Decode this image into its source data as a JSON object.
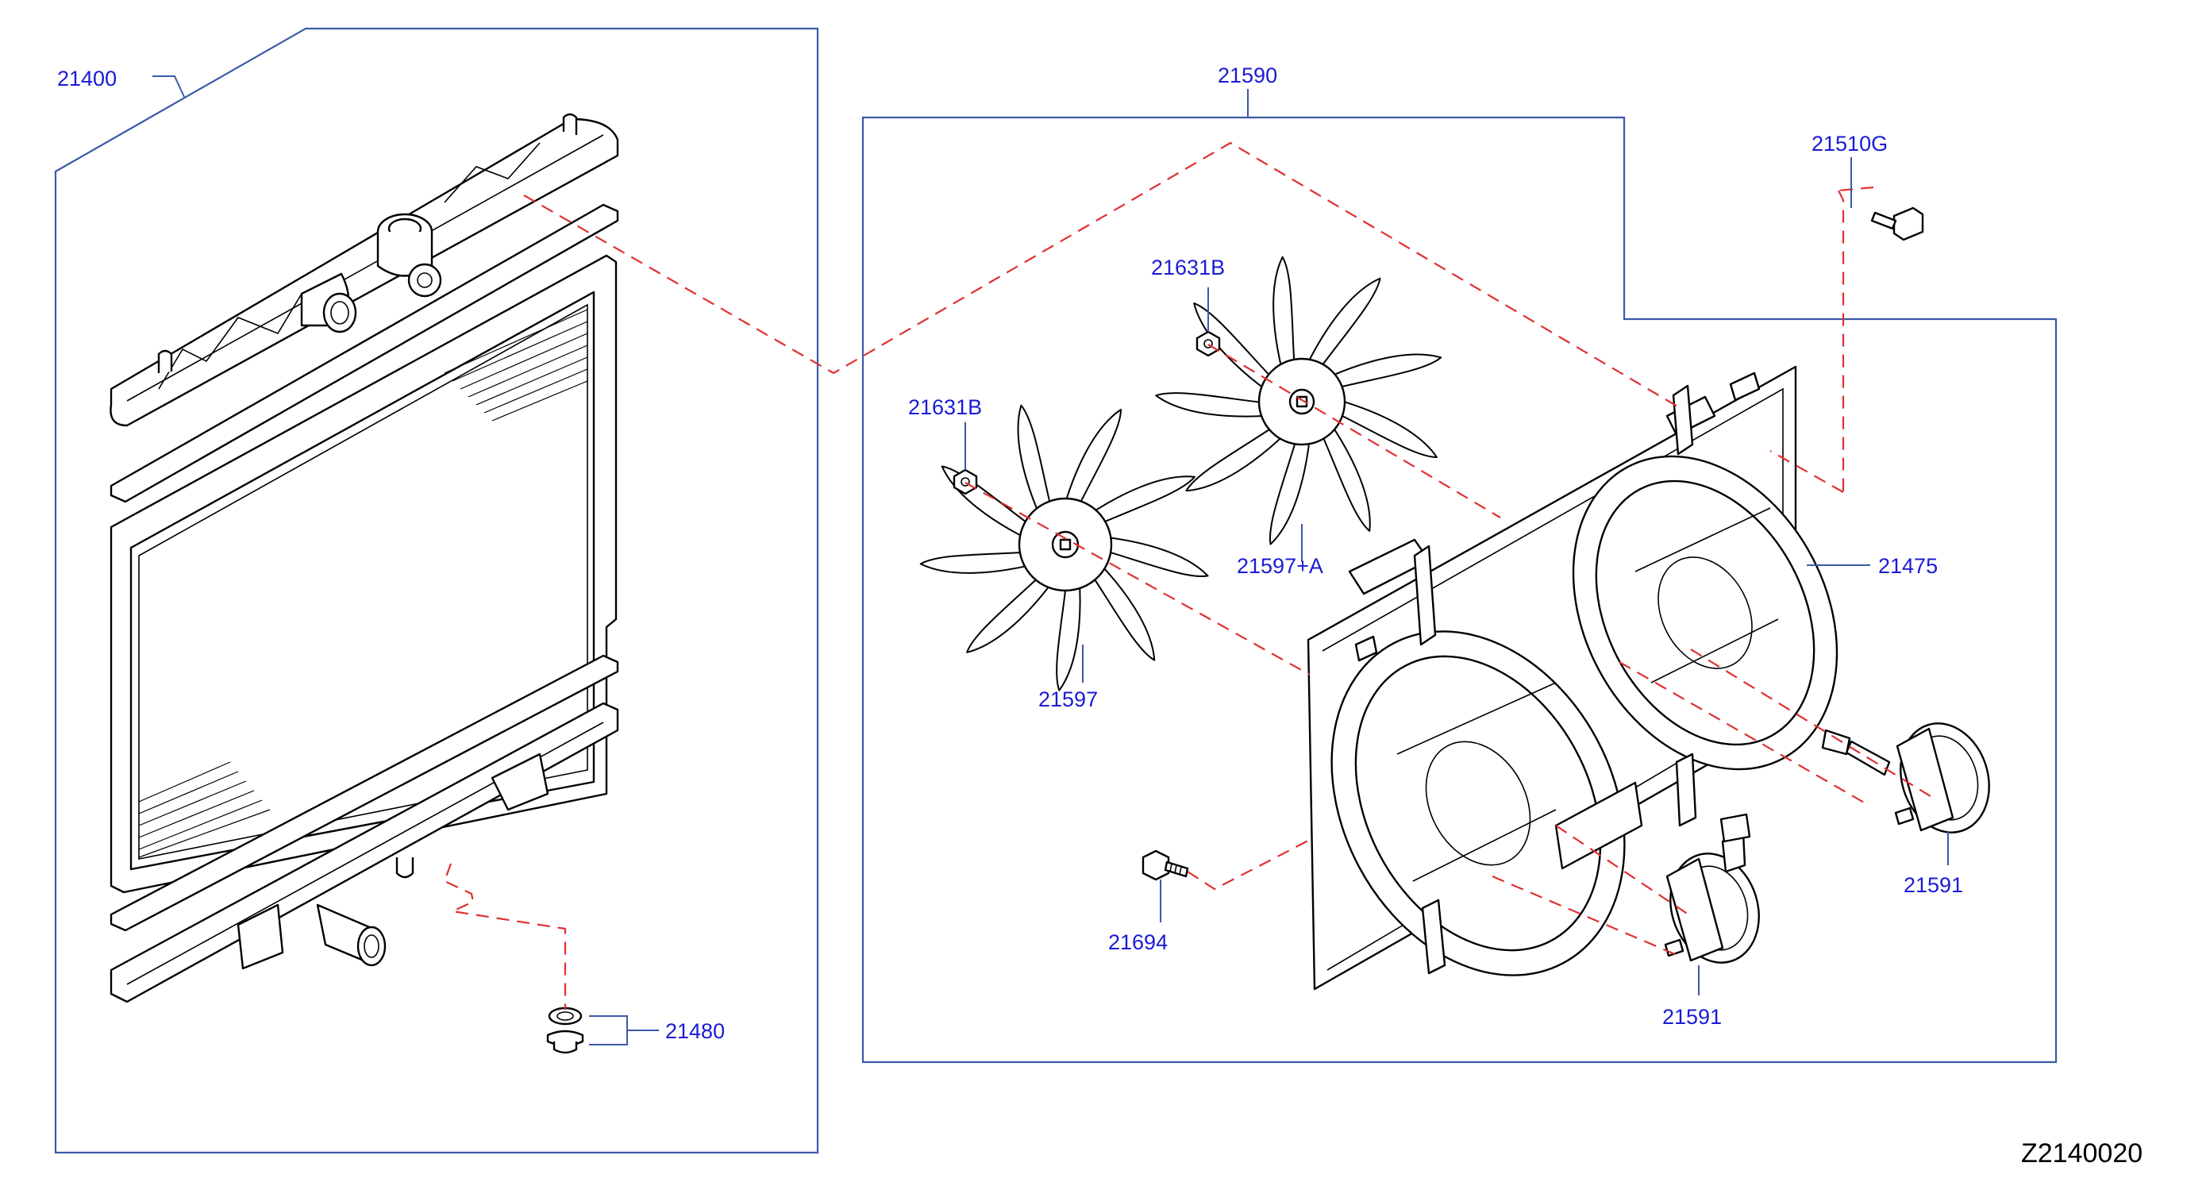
{
  "diagram_id": "Z2140020",
  "callouts": {
    "radiator": "21400",
    "drain_plug": "21480",
    "fan_assembly": "21590",
    "bolt_upper": "21510G",
    "nut_right_fan": "21631B",
    "nut_left_fan": "21631B",
    "fan_blade_right": "21597+A",
    "fan_blade_left": "21597",
    "shroud": "21475",
    "motor_right": "21591",
    "motor_lower": "21591",
    "screw": "21694"
  },
  "colors": {
    "callout_text": "#1a1ad6",
    "frame_line": "#3a5aa6",
    "dashed_leader": "#e03030",
    "part_outline": "#000000"
  }
}
